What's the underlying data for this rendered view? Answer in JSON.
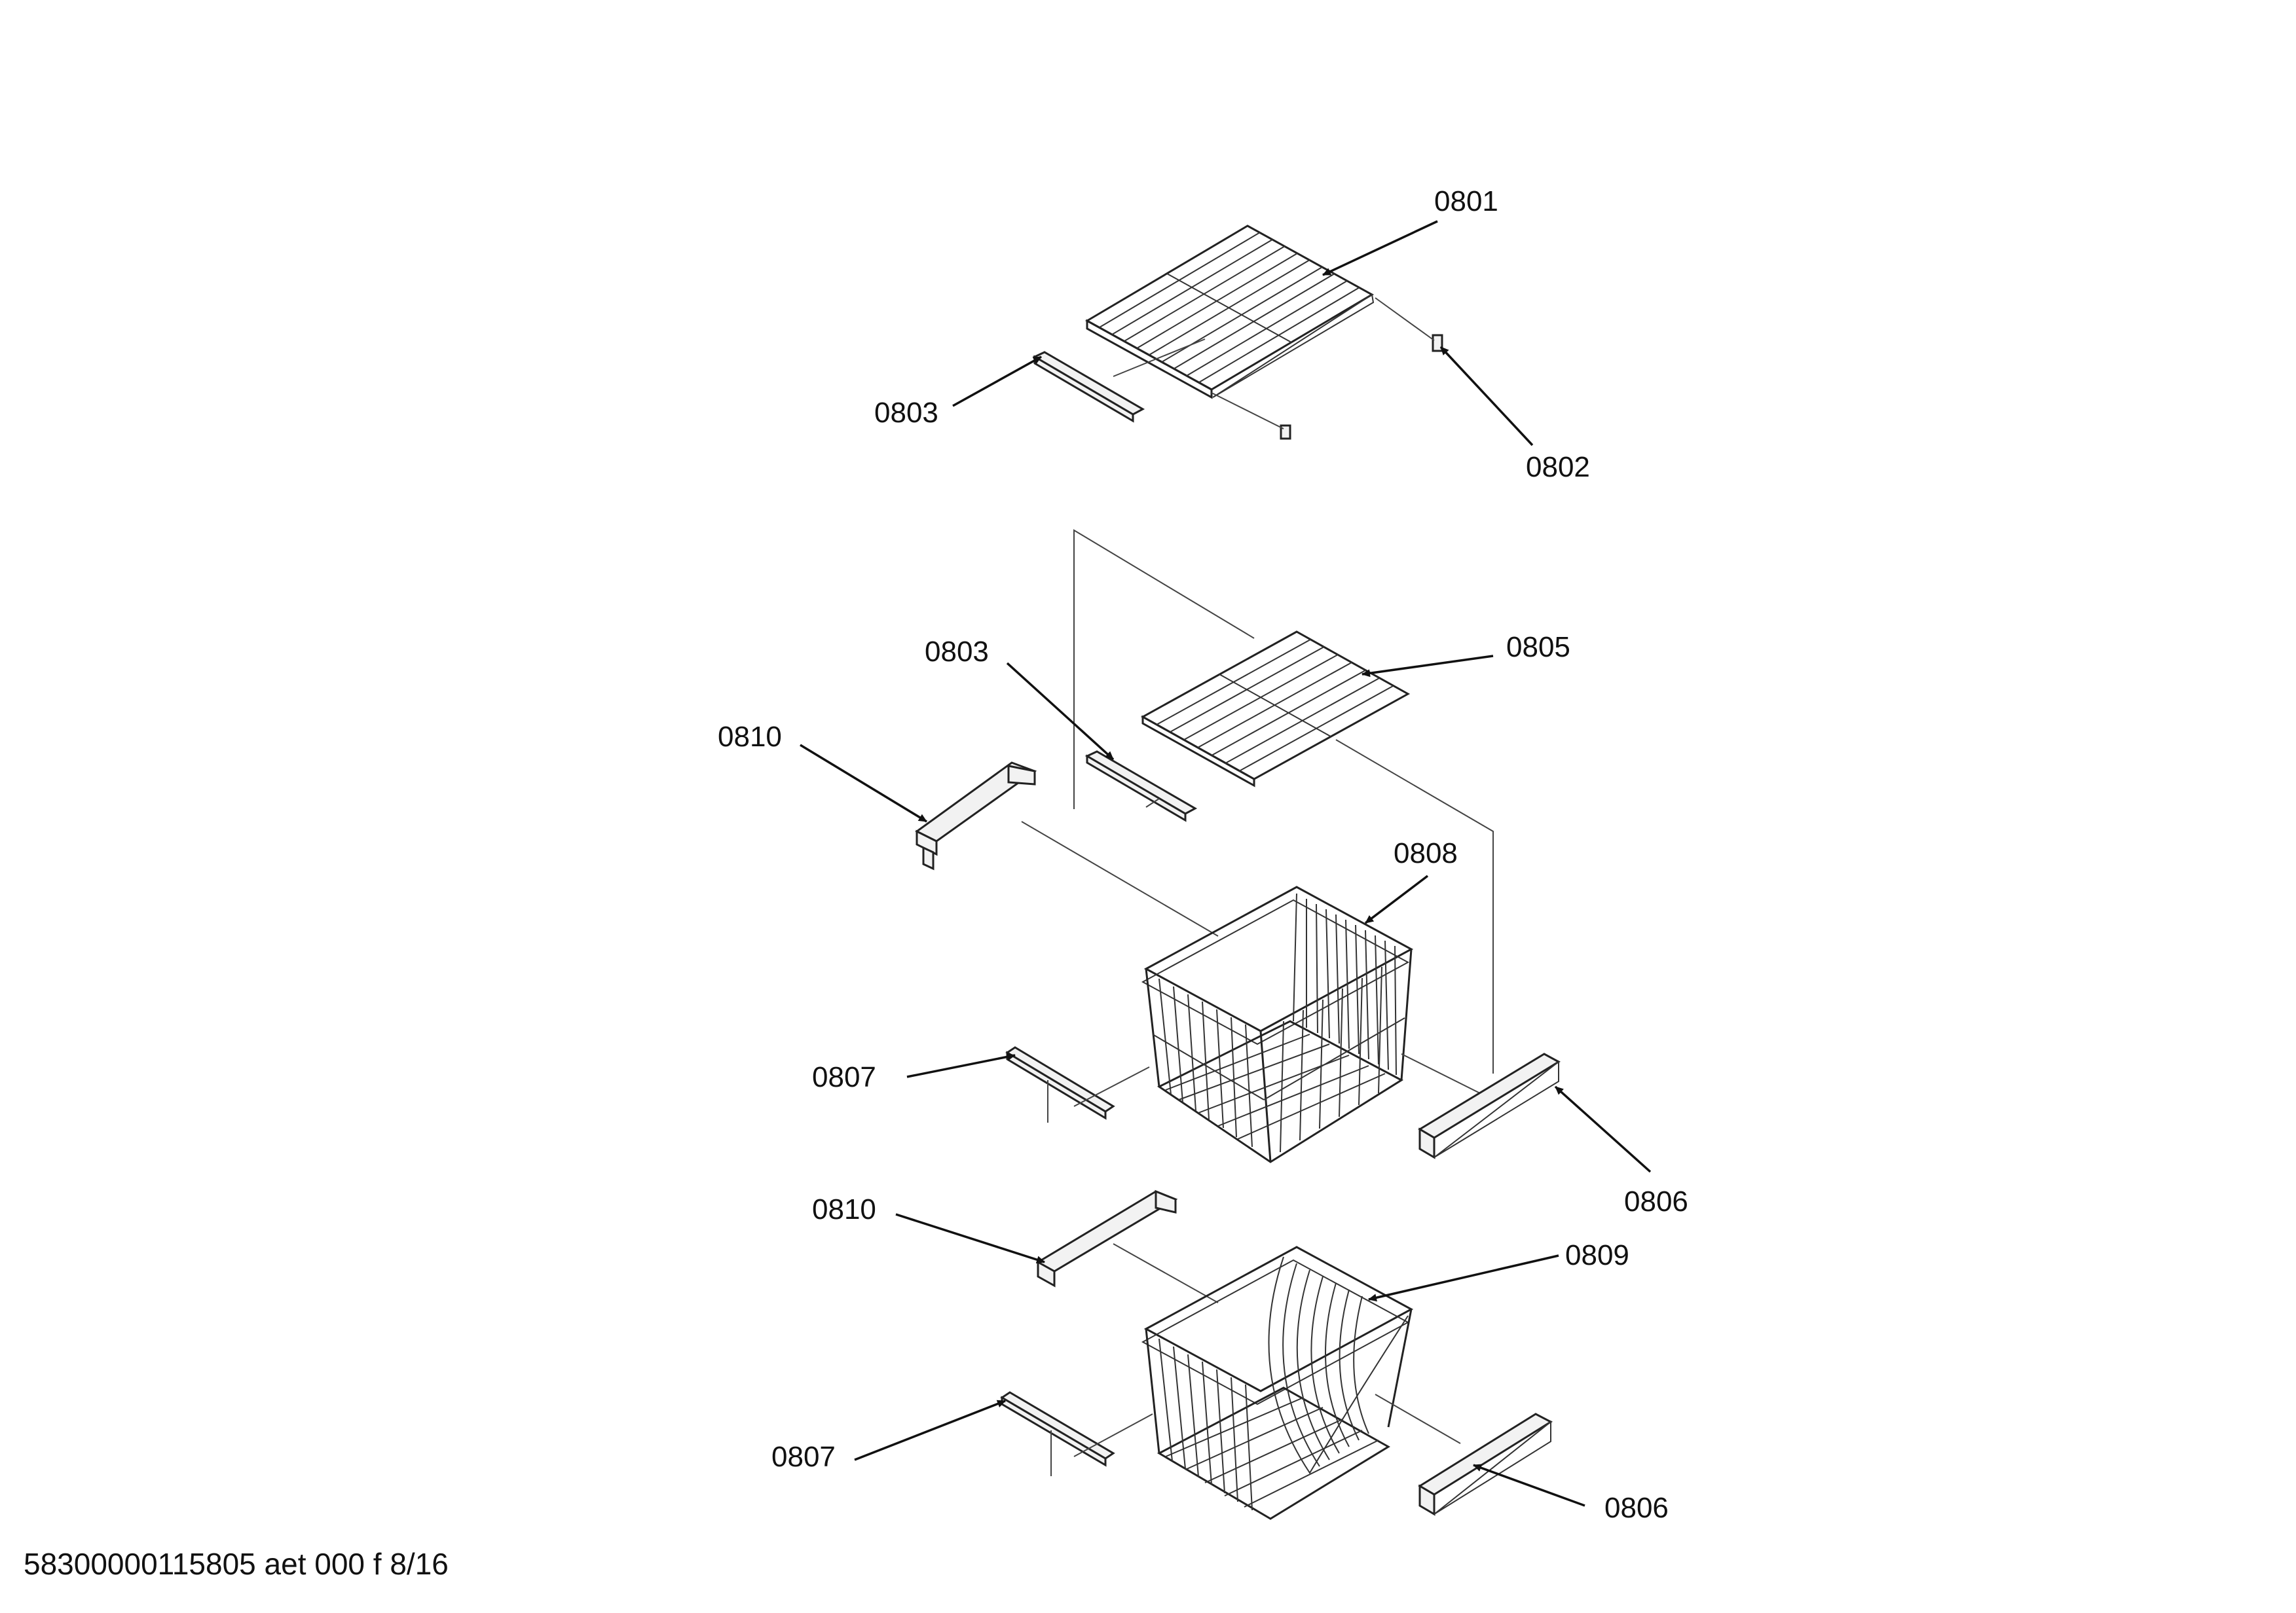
{
  "labels": {
    "l0801": "0801",
    "l0802": "0802",
    "l0803a": "0803",
    "l0803b": "0803",
    "l0805": "0805",
    "l0810a": "0810",
    "l0808": "0808",
    "l0807a": "0807",
    "l0806a": "0806",
    "l0810b": "0810",
    "l0809": "0809",
    "l0807b": "0807",
    "l0806b": "0806"
  },
  "footer": "58300000115805 aet 000 f 8/16"
}
